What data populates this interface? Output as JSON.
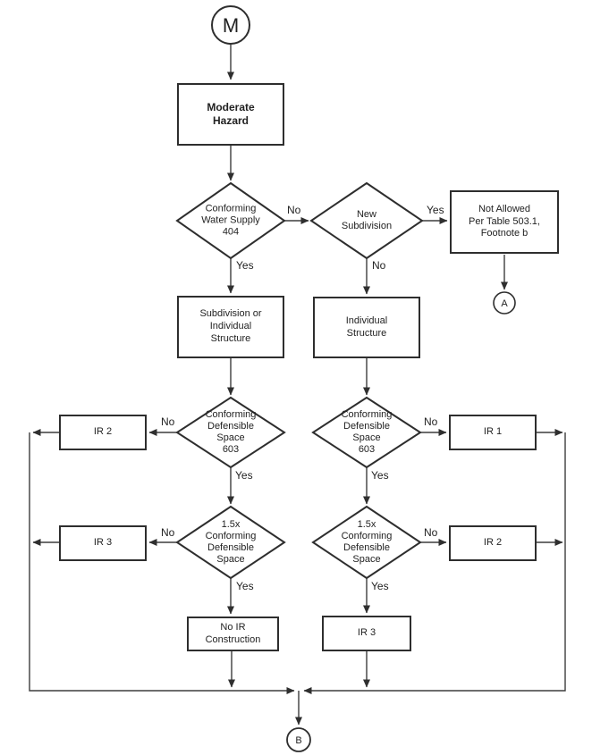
{
  "diagram": {
    "type": "flowchart",
    "subject": "Moderate Hazard fire-safety decision flow"
  },
  "colors": {
    "line": "#3d3d3d",
    "node_border": "#2e2e2e",
    "background": "#ffffff",
    "text": "#222222"
  },
  "terminals": {
    "m": "M",
    "a": "A",
    "b": "B"
  },
  "nodes": {
    "moderate_hazard": {
      "label": "Moderate\nHazard"
    },
    "conforming_water_supply": {
      "label": "Conforming\nWater Supply\n404"
    },
    "new_subdivision": {
      "label": "New\nSubdivision"
    },
    "not_allowed": {
      "label": "Not Allowed\nPer Table 503.1,\nFootnote b"
    },
    "subdivision_or_individual": {
      "label": "Subdivision or\nIndividual\nStructure"
    },
    "individual_structure": {
      "label": "Individual\nStructure"
    },
    "cds_left": {
      "label": "Conforming\nDefensible\nSpace\n603"
    },
    "cds_right": {
      "label": "Conforming\nDefensible\nSpace\n603"
    },
    "x15_left": {
      "label": "1.5x\nConforming\nDefensible\nSpace"
    },
    "x15_right": {
      "label": "1.5x\nConforming\nDefensible\nSpace"
    },
    "ir2_left": {
      "label": "IR 2"
    },
    "ir3_left": {
      "label": "IR 3"
    },
    "ir1_right": {
      "label": "IR 1"
    },
    "ir2_right": {
      "label": "IR 2"
    },
    "no_ir_construction": {
      "label": "No IR\nConstruction"
    },
    "ir3_right": {
      "label": "IR 3"
    }
  },
  "edge_labels": {
    "yes": "Yes",
    "no": "No"
  }
}
